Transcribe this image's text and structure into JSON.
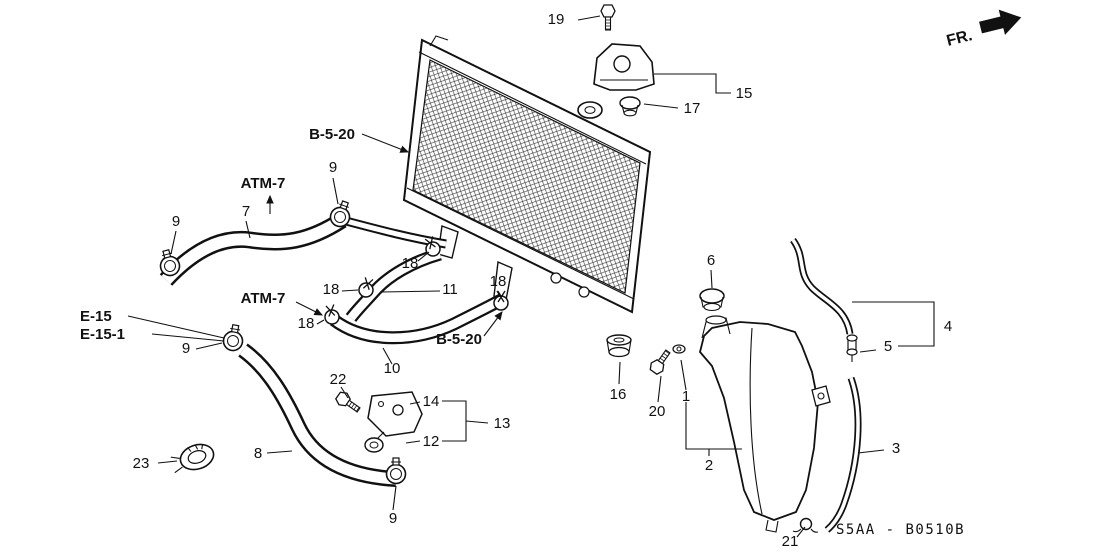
{
  "meta": {
    "diagram_code": "S5AA - B0510B",
    "direction_label": "FR."
  },
  "connector_refs": {
    "b520_upper": "B-5-20",
    "b520_lower": "B-5-20",
    "atm7_upper": "ATM-7",
    "atm7_lower": "ATM-7",
    "e15": "E-15",
    "e15_1": "E-15-1"
  },
  "callouts": {
    "c19": "19",
    "c15": "15",
    "c17": "17",
    "c9_hose7_right": "9",
    "c7": "7",
    "c9_hose7_left": "9",
    "c18_pipe": "18",
    "c11": "11",
    "c18_hose11": "18",
    "c18_stub": "18",
    "c18_hose10": "18",
    "c9_hose8_top": "9",
    "c10": "10",
    "c6": "6",
    "c4": "4",
    "c5": "5",
    "c16": "16",
    "c20": "20",
    "c1": "1",
    "c22": "22",
    "c14": "14",
    "c13": "13",
    "c12": "12",
    "c2": "2",
    "c3": "3",
    "c8": "8",
    "c23": "23",
    "c9_hose8_bottom": "9",
    "c21": "21"
  }
}
